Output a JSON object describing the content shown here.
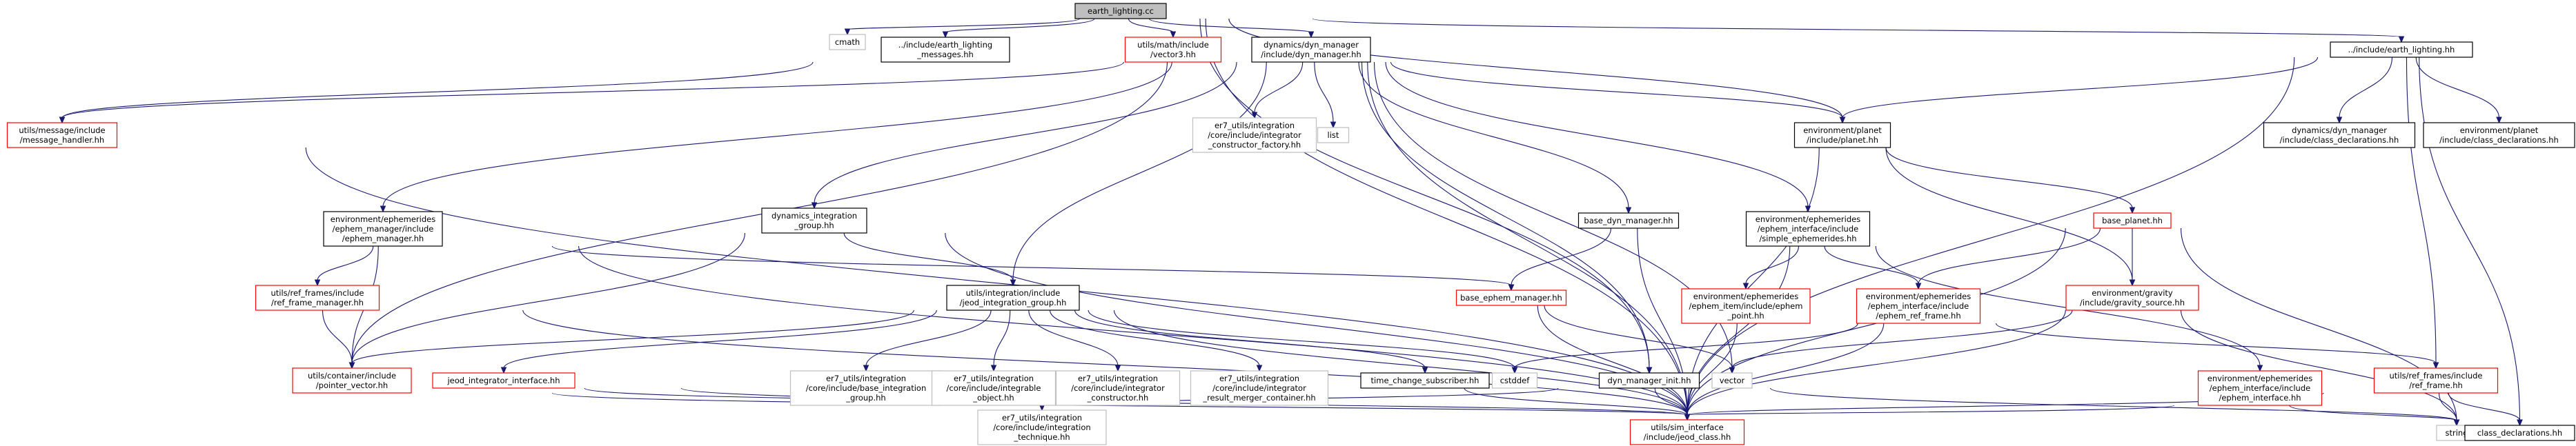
{
  "colors": {
    "root_fill": "#bfbfbf",
    "root_stroke": "#000000",
    "black_stroke": "#000000",
    "red_stroke": "#ff0000",
    "grey_stroke": "#bfbfbf",
    "edge": "#191970",
    "background": "#ffffff"
  },
  "nodes": [
    {
      "id": "earth_lighting_cc",
      "style": "root",
      "lines": [
        "earth_lighting.cc"
      ]
    },
    {
      "id": "cmath",
      "style": "grey",
      "lines": [
        "cmath"
      ]
    },
    {
      "id": "earth_lighting_messages",
      "style": "black",
      "lines": [
        "../include/earth_lighting",
        "_messages.hh"
      ]
    },
    {
      "id": "vector3",
      "style": "red",
      "lines": [
        "utils/math/include",
        "/vector3.hh"
      ]
    },
    {
      "id": "dyn_manager",
      "style": "black",
      "lines": [
        "dynamics/dyn_manager",
        "/include/dyn_manager.hh"
      ]
    },
    {
      "id": "earth_lighting_hh",
      "style": "black",
      "lines": [
        "../include/earth_lighting.hh"
      ]
    },
    {
      "id": "message_handler",
      "style": "red",
      "lines": [
        "utils/message/include",
        "/message_handler.hh"
      ]
    },
    {
      "id": "integrator_constructor_factory",
      "style": "grey",
      "lines": [
        "er7_utils/integration",
        "/core/include/integrator",
        "_constructor_factory.hh"
      ]
    },
    {
      "id": "list",
      "style": "grey",
      "lines": [
        "list"
      ]
    },
    {
      "id": "planet_hh",
      "style": "black",
      "lines": [
        "environment/planet",
        "/include/planet.hh"
      ]
    },
    {
      "id": "dm_class_declarations",
      "style": "black",
      "lines": [
        "dynamics/dyn_manager",
        "/include/class_declarations.hh"
      ]
    },
    {
      "id": "planet_class_declarations",
      "style": "black",
      "lines": [
        "environment/planet",
        "/include/class_declarations.hh"
      ]
    },
    {
      "id": "ephem_manager",
      "style": "black",
      "lines": [
        "environment/ephemerides",
        "/ephem_manager/include",
        "/ephem_manager.hh"
      ]
    },
    {
      "id": "dynamics_integration_group",
      "style": "black",
      "lines": [
        "dynamics_integration",
        "_group.hh"
      ]
    },
    {
      "id": "base_dyn_manager",
      "style": "black",
      "lines": [
        "base_dyn_manager.hh"
      ]
    },
    {
      "id": "simple_ephemerides",
      "style": "black",
      "lines": [
        "environment/ephemerides",
        "/ephem_interface/include",
        "/simple_ephemerides.hh"
      ]
    },
    {
      "id": "base_planet",
      "style": "red",
      "lines": [
        "base_planet.hh"
      ]
    },
    {
      "id": "ref_frame_manager",
      "style": "red",
      "lines": [
        "utils/ref_frames/include",
        "/ref_frame_manager.hh"
      ]
    },
    {
      "id": "jeod_integration_group",
      "style": "black",
      "lines": [
        "utils/integration/include",
        "/jeod_integration_group.hh"
      ]
    },
    {
      "id": "base_ephem_manager",
      "style": "red",
      "lines": [
        "base_ephem_manager.hh"
      ]
    },
    {
      "id": "ephem_point",
      "style": "red",
      "lines": [
        "environment/ephemerides",
        "/ephem_item/include/ephem",
        "_point.hh"
      ]
    },
    {
      "id": "ephem_ref_frame",
      "style": "red",
      "lines": [
        "environment/ephemerides",
        "/ephem_interface/include",
        "/ephem_ref_frame.hh"
      ]
    },
    {
      "id": "gravity_source",
      "style": "red",
      "lines": [
        "environment/gravity",
        "/include/gravity_source.hh"
      ]
    },
    {
      "id": "pointer_vector",
      "style": "red",
      "lines": [
        "utils/container/include",
        "/pointer_vector.hh"
      ]
    },
    {
      "id": "jeod_integrator_interface",
      "style": "red",
      "lines": [
        "jeod_integrator_interface.hh"
      ]
    },
    {
      "id": "base_integration_group",
      "style": "grey",
      "lines": [
        "er7_utils/integration",
        "/core/include/base_integration",
        "_group.hh"
      ]
    },
    {
      "id": "integrable_object",
      "style": "grey",
      "lines": [
        "er7_utils/integration",
        "/core/include/integrable",
        "_object.hh"
      ]
    },
    {
      "id": "integrator_constructor",
      "style": "grey",
      "lines": [
        "er7_utils/integration",
        "/core/include/integrator",
        "_constructor.hh"
      ]
    },
    {
      "id": "integrator_result_merger",
      "style": "grey",
      "lines": [
        "er7_utils/integration",
        "/core/include/integrator",
        "_result_merger_container.hh"
      ]
    },
    {
      "id": "time_change_subscriber",
      "style": "black",
      "lines": [
        "time_change_subscriber.hh"
      ]
    },
    {
      "id": "cstddef",
      "style": "grey",
      "lines": [
        "cstddef"
      ]
    },
    {
      "id": "dyn_manager_init",
      "style": "black",
      "lines": [
        "dyn_manager_init.hh"
      ]
    },
    {
      "id": "vector",
      "style": "grey",
      "lines": [
        "vector"
      ]
    },
    {
      "id": "ephem_interface",
      "style": "red",
      "lines": [
        "environment/ephemerides",
        "/ephem_interface/include",
        "/ephem_interface.hh"
      ]
    },
    {
      "id": "ref_frame",
      "style": "red",
      "lines": [
        "utils/ref_frames/include",
        "/ref_frame.hh"
      ]
    },
    {
      "id": "integration_technique",
      "style": "grey",
      "lines": [
        "er7_utils/integration",
        "/core/include/integration",
        "_technique.hh"
      ]
    },
    {
      "id": "jeod_class",
      "style": "red",
      "lines": [
        "utils/sim_interface",
        "/include/jeod_class.hh"
      ]
    },
    {
      "id": "string",
      "style": "grey",
      "lines": [
        "string"
      ]
    },
    {
      "id": "class_declarations",
      "style": "black",
      "lines": [
        "class_declarations.hh"
      ]
    }
  ],
  "edges": [
    [
      "earth_lighting_cc",
      "cmath"
    ],
    [
      "earth_lighting_cc",
      "earth_lighting_messages"
    ],
    [
      "earth_lighting_cc",
      "vector3"
    ],
    [
      "earth_lighting_cc",
      "dyn_manager"
    ],
    [
      "earth_lighting_cc",
      "earth_lighting_hh"
    ],
    [
      "earth_lighting_cc",
      "planet_hh"
    ],
    [
      "earth_lighting_cc",
      "jeod_class"
    ],
    [
      "earth_lighting_cc",
      "dyn_manager_init"
    ],
    [
      "earth_lighting_messages",
      "message_handler"
    ],
    [
      "message_handler",
      "jeod_class"
    ],
    [
      "dyn_manager",
      "message_handler"
    ],
    [
      "dyn_manager",
      "integrator_constructor_factory"
    ],
    [
      "dyn_manager",
      "list"
    ],
    [
      "dyn_manager",
      "planet_hh"
    ],
    [
      "dyn_manager",
      "ephem_manager"
    ],
    [
      "dyn_manager",
      "dynamics_integration_group"
    ],
    [
      "dyn_manager",
      "base_dyn_manager"
    ],
    [
      "dyn_manager",
      "simple_ephemerides"
    ],
    [
      "dyn_manager",
      "jeod_integration_group"
    ],
    [
      "dyn_manager",
      "dyn_manager_init"
    ],
    [
      "dyn_manager",
      "vector"
    ],
    [
      "dyn_manager",
      "jeod_class"
    ],
    [
      "dyn_manager",
      "pointer_vector"
    ],
    [
      "earth_lighting_hh",
      "planet_hh"
    ],
    [
      "earth_lighting_hh",
      "dm_class_declarations"
    ],
    [
      "earth_lighting_hh",
      "planet_class_declarations"
    ],
    [
      "earth_lighting_hh",
      "ref_frame"
    ],
    [
      "earth_lighting_hh",
      "jeod_class"
    ],
    [
      "earth_lighting_hh",
      "class_declarations"
    ],
    [
      "planet_hh",
      "base_planet"
    ],
    [
      "planet_hh",
      "gravity_source"
    ],
    [
      "planet_hh",
      "jeod_class"
    ],
    [
      "ephem_manager",
      "ref_frame_manager"
    ],
    [
      "ephem_manager",
      "base_ephem_manager"
    ],
    [
      "ephem_manager",
      "pointer_vector"
    ],
    [
      "ephem_manager",
      "jeod_class"
    ],
    [
      "dynamics_integration_group",
      "jeod_integration_group"
    ],
    [
      "dynamics_integration_group",
      "pointer_vector"
    ],
    [
      "dynamics_integration_group",
      "jeod_class"
    ],
    [
      "base_dyn_manager",
      "base_ephem_manager"
    ],
    [
      "base_dyn_manager",
      "jeod_class"
    ],
    [
      "simple_ephemerides",
      "ephem_point"
    ],
    [
      "simple_ephemerides",
      "ephem_ref_frame"
    ],
    [
      "simple_ephemerides",
      "ephem_interface"
    ],
    [
      "simple_ephemerides",
      "jeod_class"
    ],
    [
      "base_planet",
      "ephem_ref_frame"
    ],
    [
      "base_planet",
      "gravity_source"
    ],
    [
      "base_planet",
      "jeod_class"
    ],
    [
      "base_planet",
      "string"
    ],
    [
      "ref_frame_manager",
      "pointer_vector"
    ],
    [
      "ref_frame_manager",
      "jeod_class"
    ],
    [
      "jeod_integration_group",
      "pointer_vector"
    ],
    [
      "jeod_integration_group",
      "jeod_integrator_interface"
    ],
    [
      "jeod_integration_group",
      "base_integration_group"
    ],
    [
      "jeod_integration_group",
      "integrable_object"
    ],
    [
      "jeod_integration_group",
      "integrator_constructor"
    ],
    [
      "jeod_integration_group",
      "integrator_result_merger"
    ],
    [
      "jeod_integration_group",
      "time_change_subscriber"
    ],
    [
      "jeod_integration_group",
      "cstddef"
    ],
    [
      "jeod_integration_group",
      "jeod_class"
    ],
    [
      "base_ephem_manager",
      "vector"
    ],
    [
      "base_ephem_manager",
      "jeod_class"
    ],
    [
      "ephem_point",
      "jeod_class"
    ],
    [
      "ephem_ref_frame",
      "ref_frame"
    ],
    [
      "ephem_ref_frame",
      "cstddef"
    ],
    [
      "ephem_ref_frame",
      "jeod_class"
    ],
    [
      "gravity_source",
      "vector"
    ],
    [
      "gravity_source",
      "string"
    ],
    [
      "gravity_source",
      "jeod_class"
    ],
    [
      "pointer_vector",
      "jeod_class"
    ],
    [
      "jeod_integrator_interface",
      "jeod_class"
    ],
    [
      "jeod_integrator_interface",
      "integration_technique"
    ],
    [
      "time_change_subscriber",
      "jeod_class"
    ],
    [
      "dyn_manager_init",
      "integration_technique"
    ],
    [
      "dyn_manager_init",
      "jeod_class"
    ],
    [
      "dyn_manager_init",
      "string"
    ],
    [
      "ephem_interface",
      "jeod_class"
    ],
    [
      "ephem_interface",
      "string"
    ],
    [
      "ref_frame",
      "jeod_class"
    ],
    [
      "ref_frame",
      "string"
    ],
    [
      "ref_frame",
      "class_declarations"
    ]
  ]
}
